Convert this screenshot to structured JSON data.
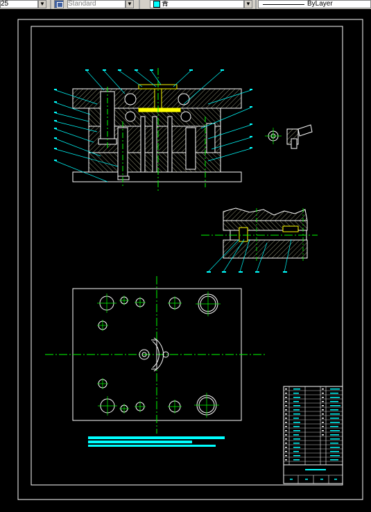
{
  "toolbar": {
    "scale_value": "25",
    "text_style": "Standard",
    "layer_name": "青",
    "layer_color": "#00ffff",
    "linetype": "ByLayer"
  },
  "colors": {
    "outline": "#ffffff",
    "center_line": "#00ff00",
    "hatch": "#cccc99",
    "highlight": "#ffff00",
    "leader": "#00ffff",
    "accent": "#00ffff"
  },
  "icons": {
    "text_style_icon": "text-style-icon",
    "dropdown": "chevron-down-icon"
  }
}
